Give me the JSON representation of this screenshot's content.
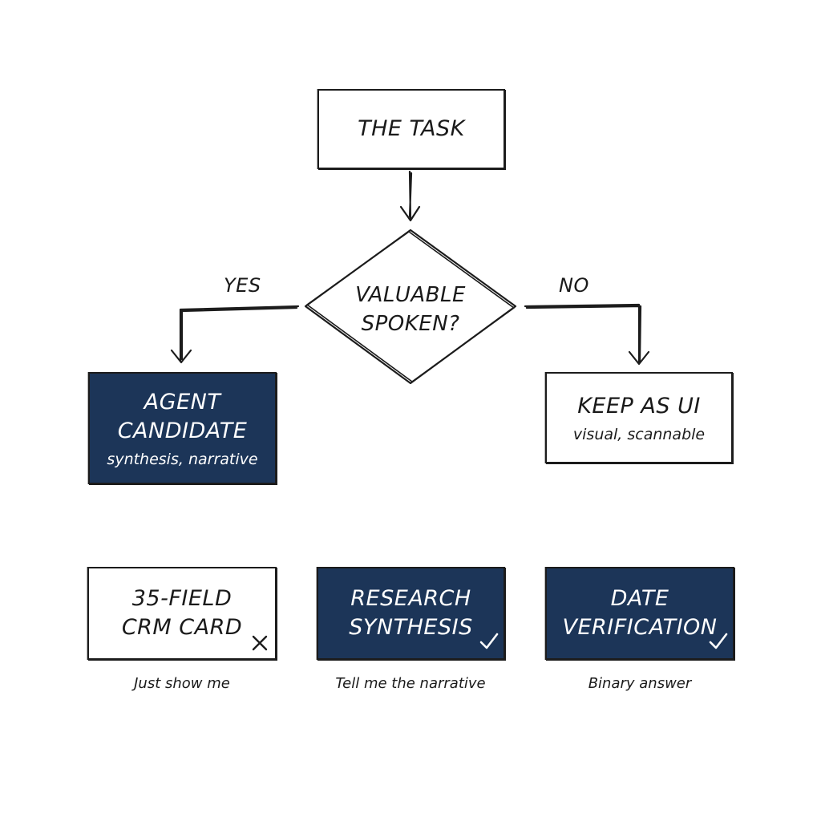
{
  "colors": {
    "navy": "#1c3558",
    "ink": "#1c1c1c",
    "background": "#ffffff"
  },
  "start": {
    "label": "THE TASK"
  },
  "decision": {
    "label": "VALUABLE\nSPOKEN?"
  },
  "branches": {
    "yes": "YES",
    "no": "NO"
  },
  "agent_candidate": {
    "title": "AGENT\nCANDIDATE",
    "subtitle": "synthesis, narrative"
  },
  "keep_ui": {
    "title": "KEEP AS UI",
    "subtitle": "visual, scannable"
  },
  "examples": [
    {
      "title": "35-FIELD\nCRM CARD",
      "caption": "Just show me",
      "mark": "cross-icon"
    },
    {
      "title": "RESEARCH\nSYNTHESIS",
      "caption": "Tell me the narrative",
      "mark": "check-icon"
    },
    {
      "title": "DATE\nVERIFICATION",
      "caption": "Binary answer",
      "mark": "check-icon"
    }
  ]
}
